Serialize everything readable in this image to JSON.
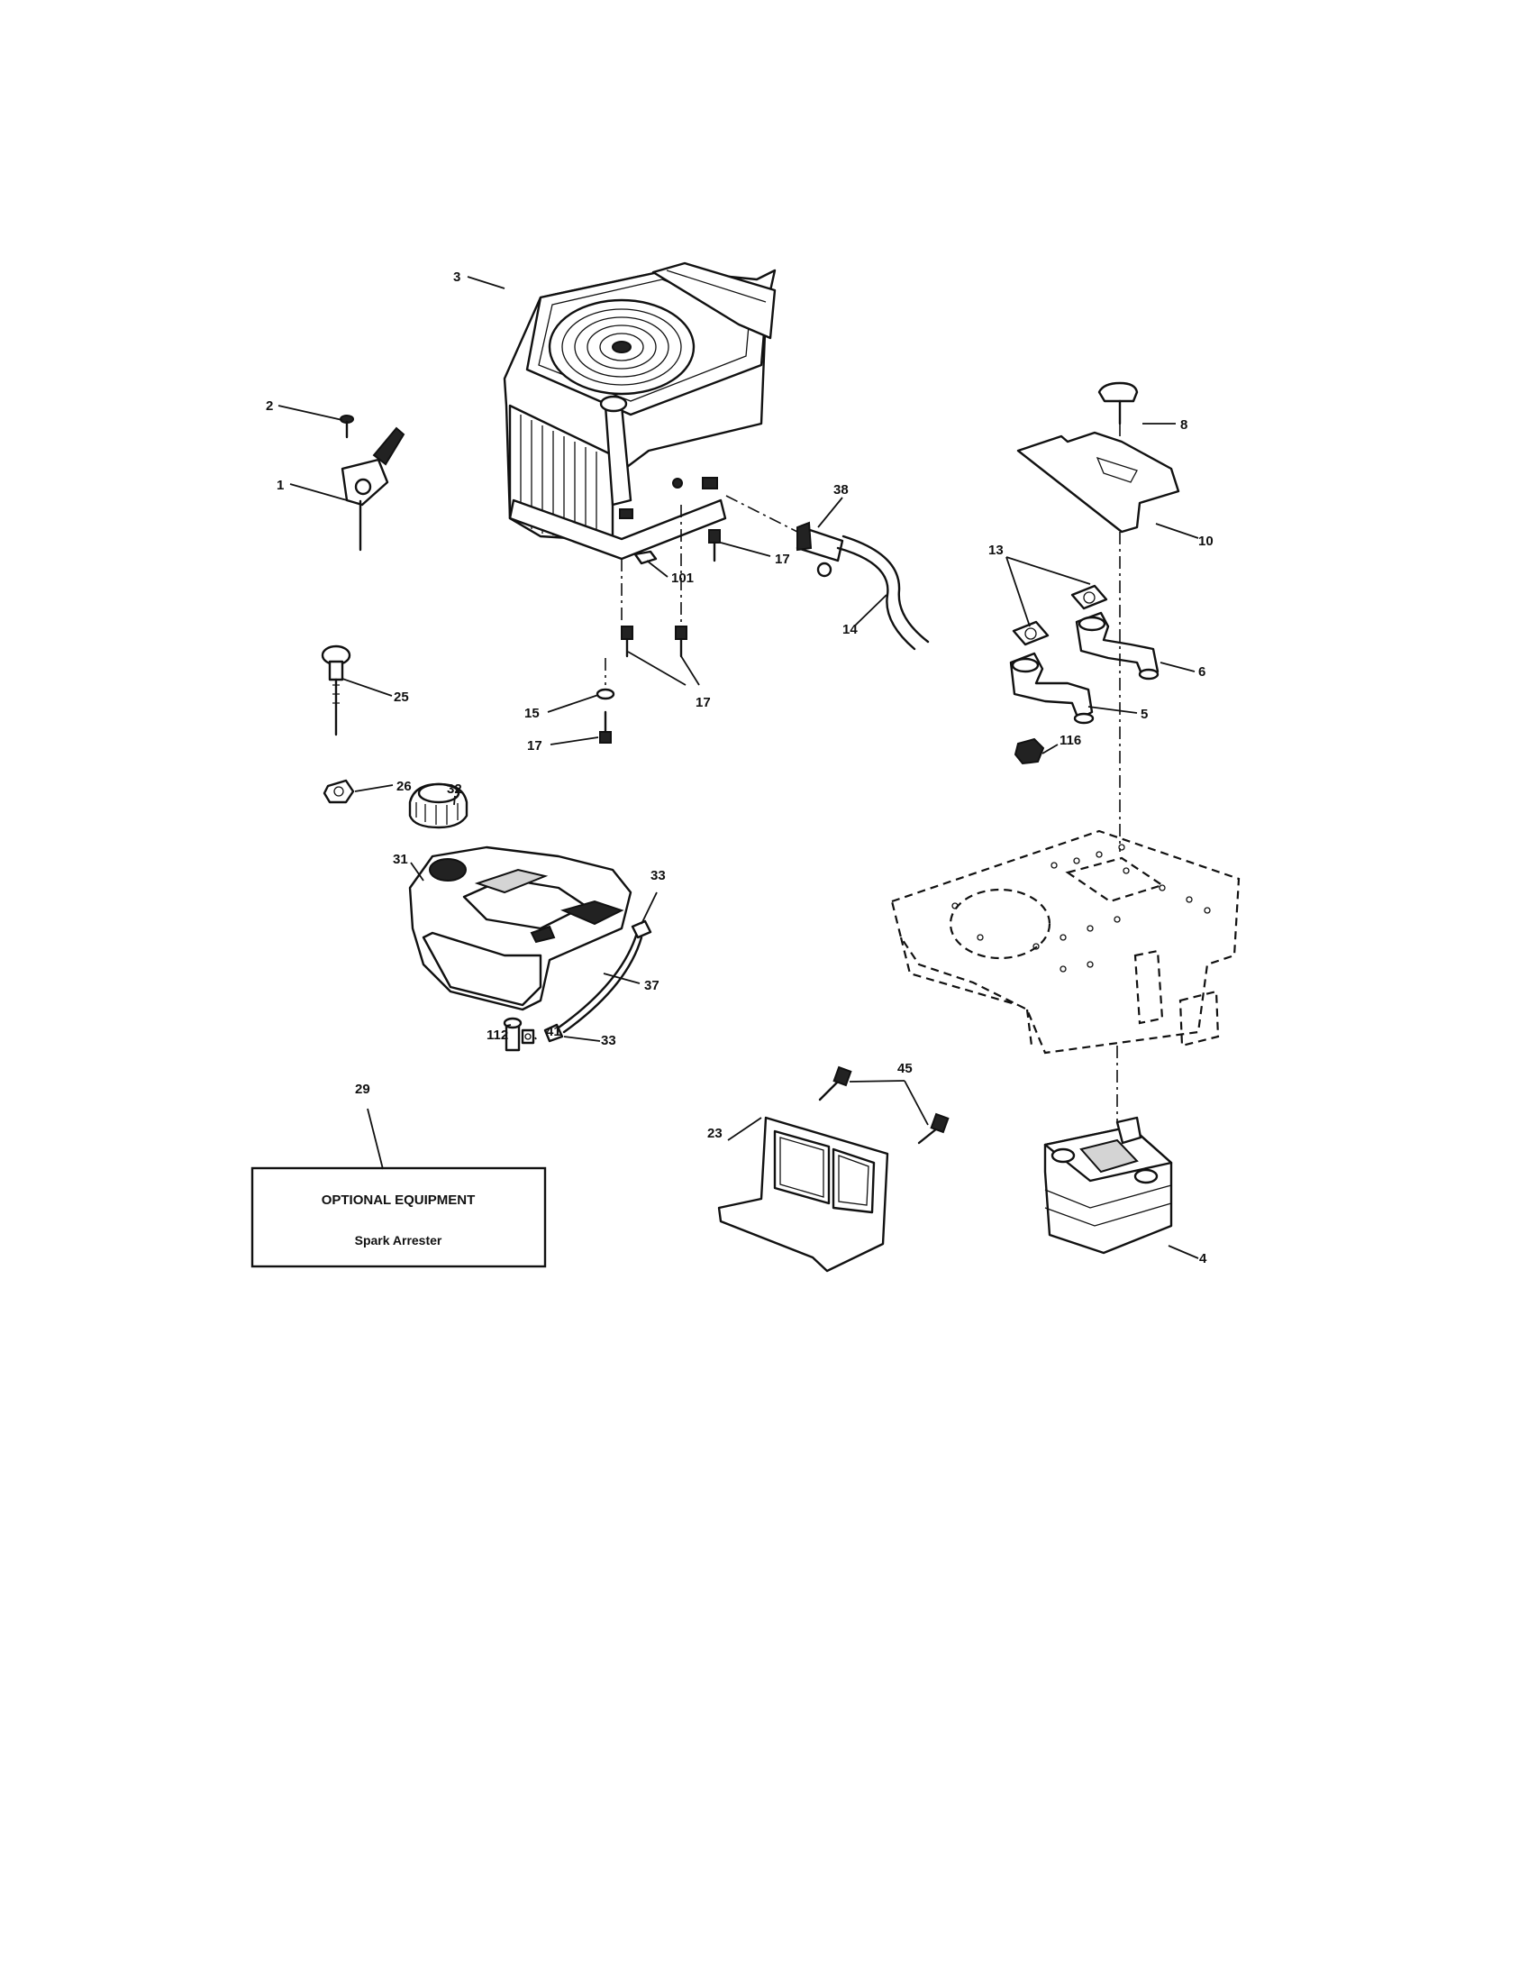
{
  "callouts": [
    {
      "id": "c3",
      "text": "3"
    },
    {
      "id": "c2",
      "text": "2"
    },
    {
      "id": "c1",
      "text": "1"
    },
    {
      "id": "c8",
      "text": "8"
    },
    {
      "id": "c10",
      "text": "10"
    },
    {
      "id": "c38",
      "text": "38"
    },
    {
      "id": "c17a",
      "text": "17"
    },
    {
      "id": "c101",
      "text": "101"
    },
    {
      "id": "c13",
      "text": "13"
    },
    {
      "id": "c14",
      "text": "14"
    },
    {
      "id": "c6",
      "text": "6"
    },
    {
      "id": "c25",
      "text": "25"
    },
    {
      "id": "c17b",
      "text": "17"
    },
    {
      "id": "c5",
      "text": "5"
    },
    {
      "id": "c15",
      "text": "15"
    },
    {
      "id": "c17c",
      "text": "17"
    },
    {
      "id": "c116",
      "text": "116"
    },
    {
      "id": "c26",
      "text": "26"
    },
    {
      "id": "c32",
      "text": "32"
    },
    {
      "id": "c31",
      "text": "31"
    },
    {
      "id": "c33a",
      "text": "33"
    },
    {
      "id": "c37",
      "text": "37"
    },
    {
      "id": "c112",
      "text": "112"
    },
    {
      "id": "c41",
      "text": "41"
    },
    {
      "id": "c33b",
      "text": "33"
    },
    {
      "id": "c29",
      "text": "29"
    },
    {
      "id": "c45",
      "text": "45"
    },
    {
      "id": "c23",
      "text": "23"
    },
    {
      "id": "c4",
      "text": "4"
    }
  ],
  "optional_box": {
    "title": "OPTIONAL EQUIPMENT",
    "item": "Spark Arrester"
  }
}
